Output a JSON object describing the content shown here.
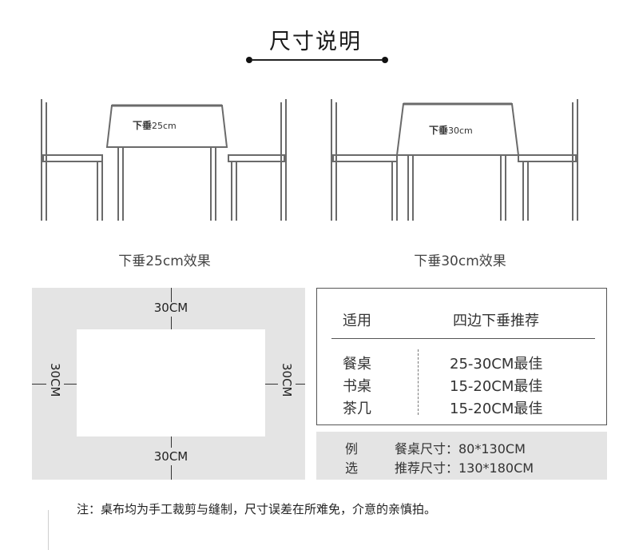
{
  "title": "尺寸说明",
  "diagram_left": {
    "drape_label_bold": "下垂",
    "drape_label_value": "25cm",
    "caption": "下垂25cm效果"
  },
  "diagram_right": {
    "drape_label_bold": "下垂",
    "drape_label_value": "30cm",
    "caption": "下垂30cm效果"
  },
  "dimension_diagram": {
    "top": "30CM",
    "bottom": "30CM",
    "left": "30CM",
    "right": "30CM"
  },
  "recommendation": {
    "header_col1": "适用",
    "header_col2": "四边下垂推荐",
    "rows": [
      {
        "item": "餐桌",
        "value": "25-30CM最佳"
      },
      {
        "item": "书桌",
        "value": "15-20CM最佳"
      },
      {
        "item": "茶几",
        "value": "15-20CM最佳"
      }
    ]
  },
  "example": {
    "label_line1": "例",
    "label_line2": "选",
    "line1": "餐桌尺寸：80*130CM",
    "line2": "推荐尺寸：130*180CM"
  },
  "note": "注：桌布均为手工裁剪与缝制，尺寸误差在所难免，介意的亲慎拍。",
  "colors": {
    "panel_gray": "#e4e4e4",
    "line_dark": "#555555"
  }
}
